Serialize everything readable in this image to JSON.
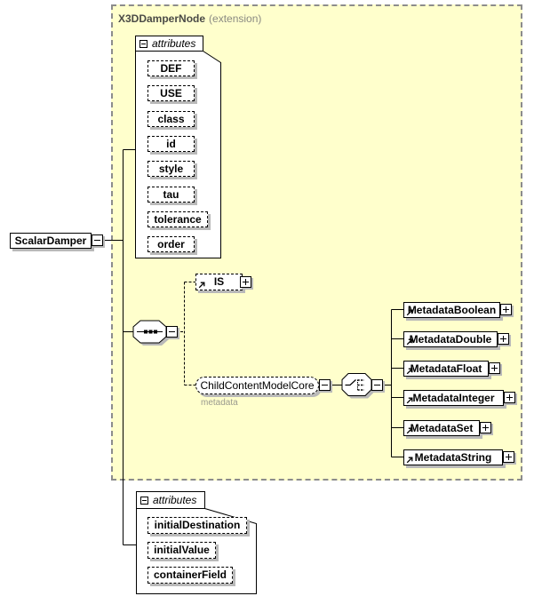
{
  "header": {
    "title": "X3DDamperNode",
    "qualifier": "(extension)"
  },
  "root_element": {
    "label": "ScalarDamper"
  },
  "attributes_groups": {
    "group_label": "attributes",
    "inherited": [
      "DEF",
      "USE",
      "class",
      "id",
      "style",
      "tau",
      "tolerance",
      "order"
    ],
    "local": [
      "initialDestination",
      "initialValue",
      "containerField"
    ]
  },
  "is_element": {
    "label": "IS"
  },
  "child_content_model": {
    "label": "ChildContentModelCore",
    "annotation": "metadata"
  },
  "metadata_elements": [
    "MetadataBoolean",
    "MetadataDouble",
    "MetadataFloat",
    "MetadataInteger",
    "MetadataSet",
    "MetadataString"
  ],
  "colors": {
    "extension_background": "#FFFFCC",
    "extension_border": "#8C8C8C",
    "shadow": "#B9B9B9",
    "muted_text": "#8A8A82"
  }
}
